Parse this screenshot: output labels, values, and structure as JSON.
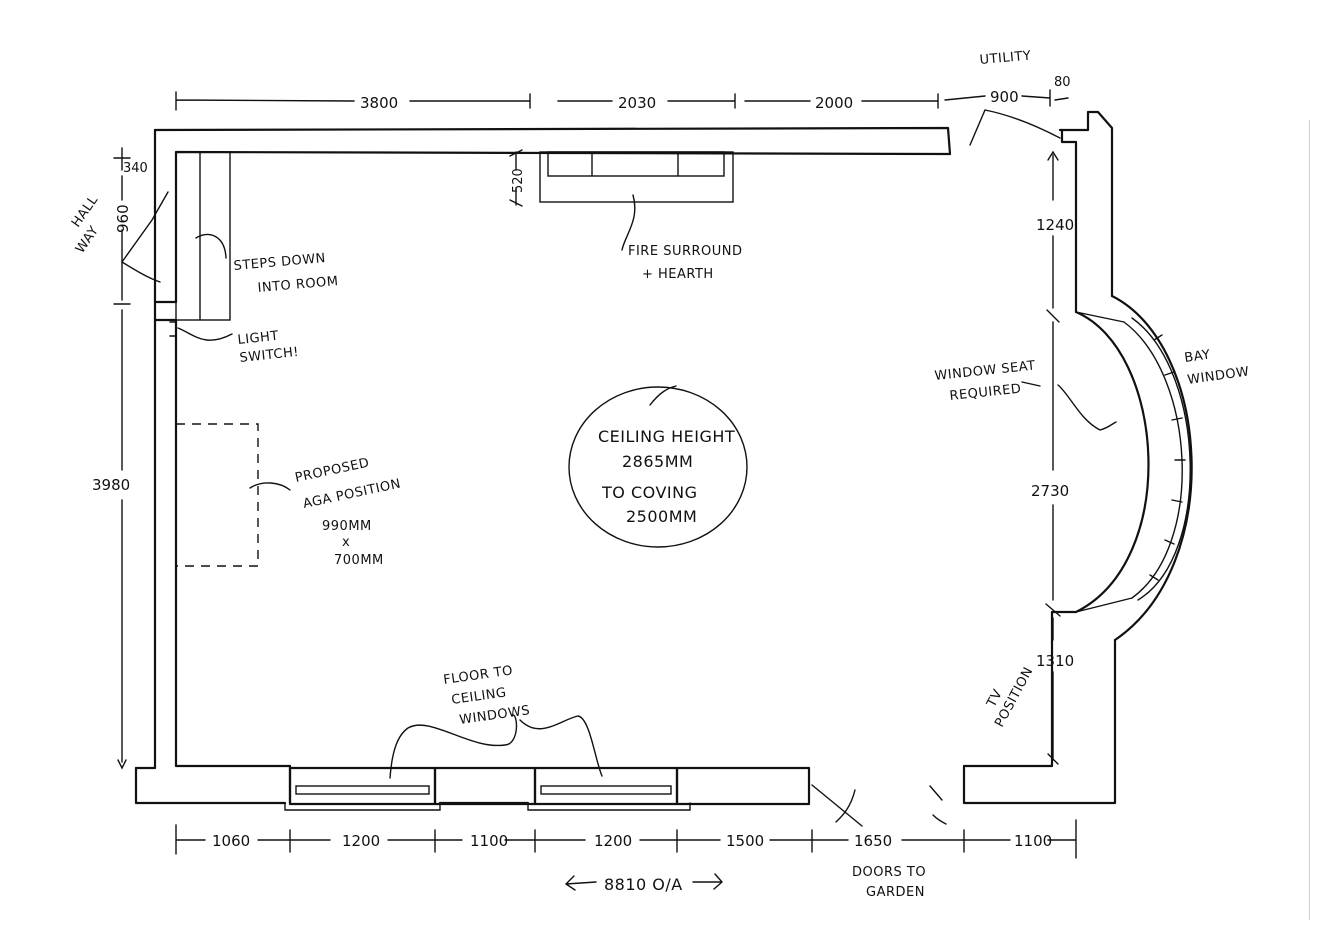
{
  "labels": {
    "utility": "UTILITY",
    "hallway_line1": "HALL",
    "hallway_line2": "WAY",
    "steps_line1": "STEPS DOWN",
    "steps_line2": "INTO ROOM",
    "light_line1": "LIGHT",
    "light_line2": "SWITCH!",
    "fire_line1": "FIRE SURROUND",
    "fire_line2": "+ HEARTH",
    "bay_line1": "BAY",
    "bay_line2": "WINDOW",
    "seat_line1": "WINDOW SEAT",
    "seat_line2": "REQUIRED",
    "ceiling_line1": "CEILING HEIGHT",
    "ceiling_line2": "2865MM",
    "ceiling_line3": "TO COVING",
    "ceiling_line4": "2500MM",
    "aga_line1": "PROPOSED",
    "aga_line2": "AGA POSITION",
    "aga_line3": "990MM",
    "aga_line4": "x",
    "aga_line5": "700MM",
    "windows_line1": "FLOOR TO",
    "windows_line2": "CEILING",
    "windows_line3": "WINDOWS",
    "tv_line1": "TV",
    "tv_line2": "POSITION",
    "doors_line1": "DOORS TO",
    "doors_line2": "GARDEN"
  },
  "dimensions": {
    "top_1": "3800",
    "top_2": "2030",
    "top_3": "2000",
    "utility_door": "900",
    "utility_wall": "80",
    "hall_top": "340",
    "hall_door": "960",
    "left_wall": "3980",
    "fire_depth": "520",
    "right_1": "1240",
    "right_2": "2730",
    "right_3": "1310",
    "bottom_1": "1060",
    "bottom_2": "1200",
    "bottom_3": "1100",
    "bottom_4": "1200",
    "bottom_5": "1500",
    "bottom_6": "1650",
    "bottom_7": "1100",
    "overall": "8810 O/A"
  }
}
